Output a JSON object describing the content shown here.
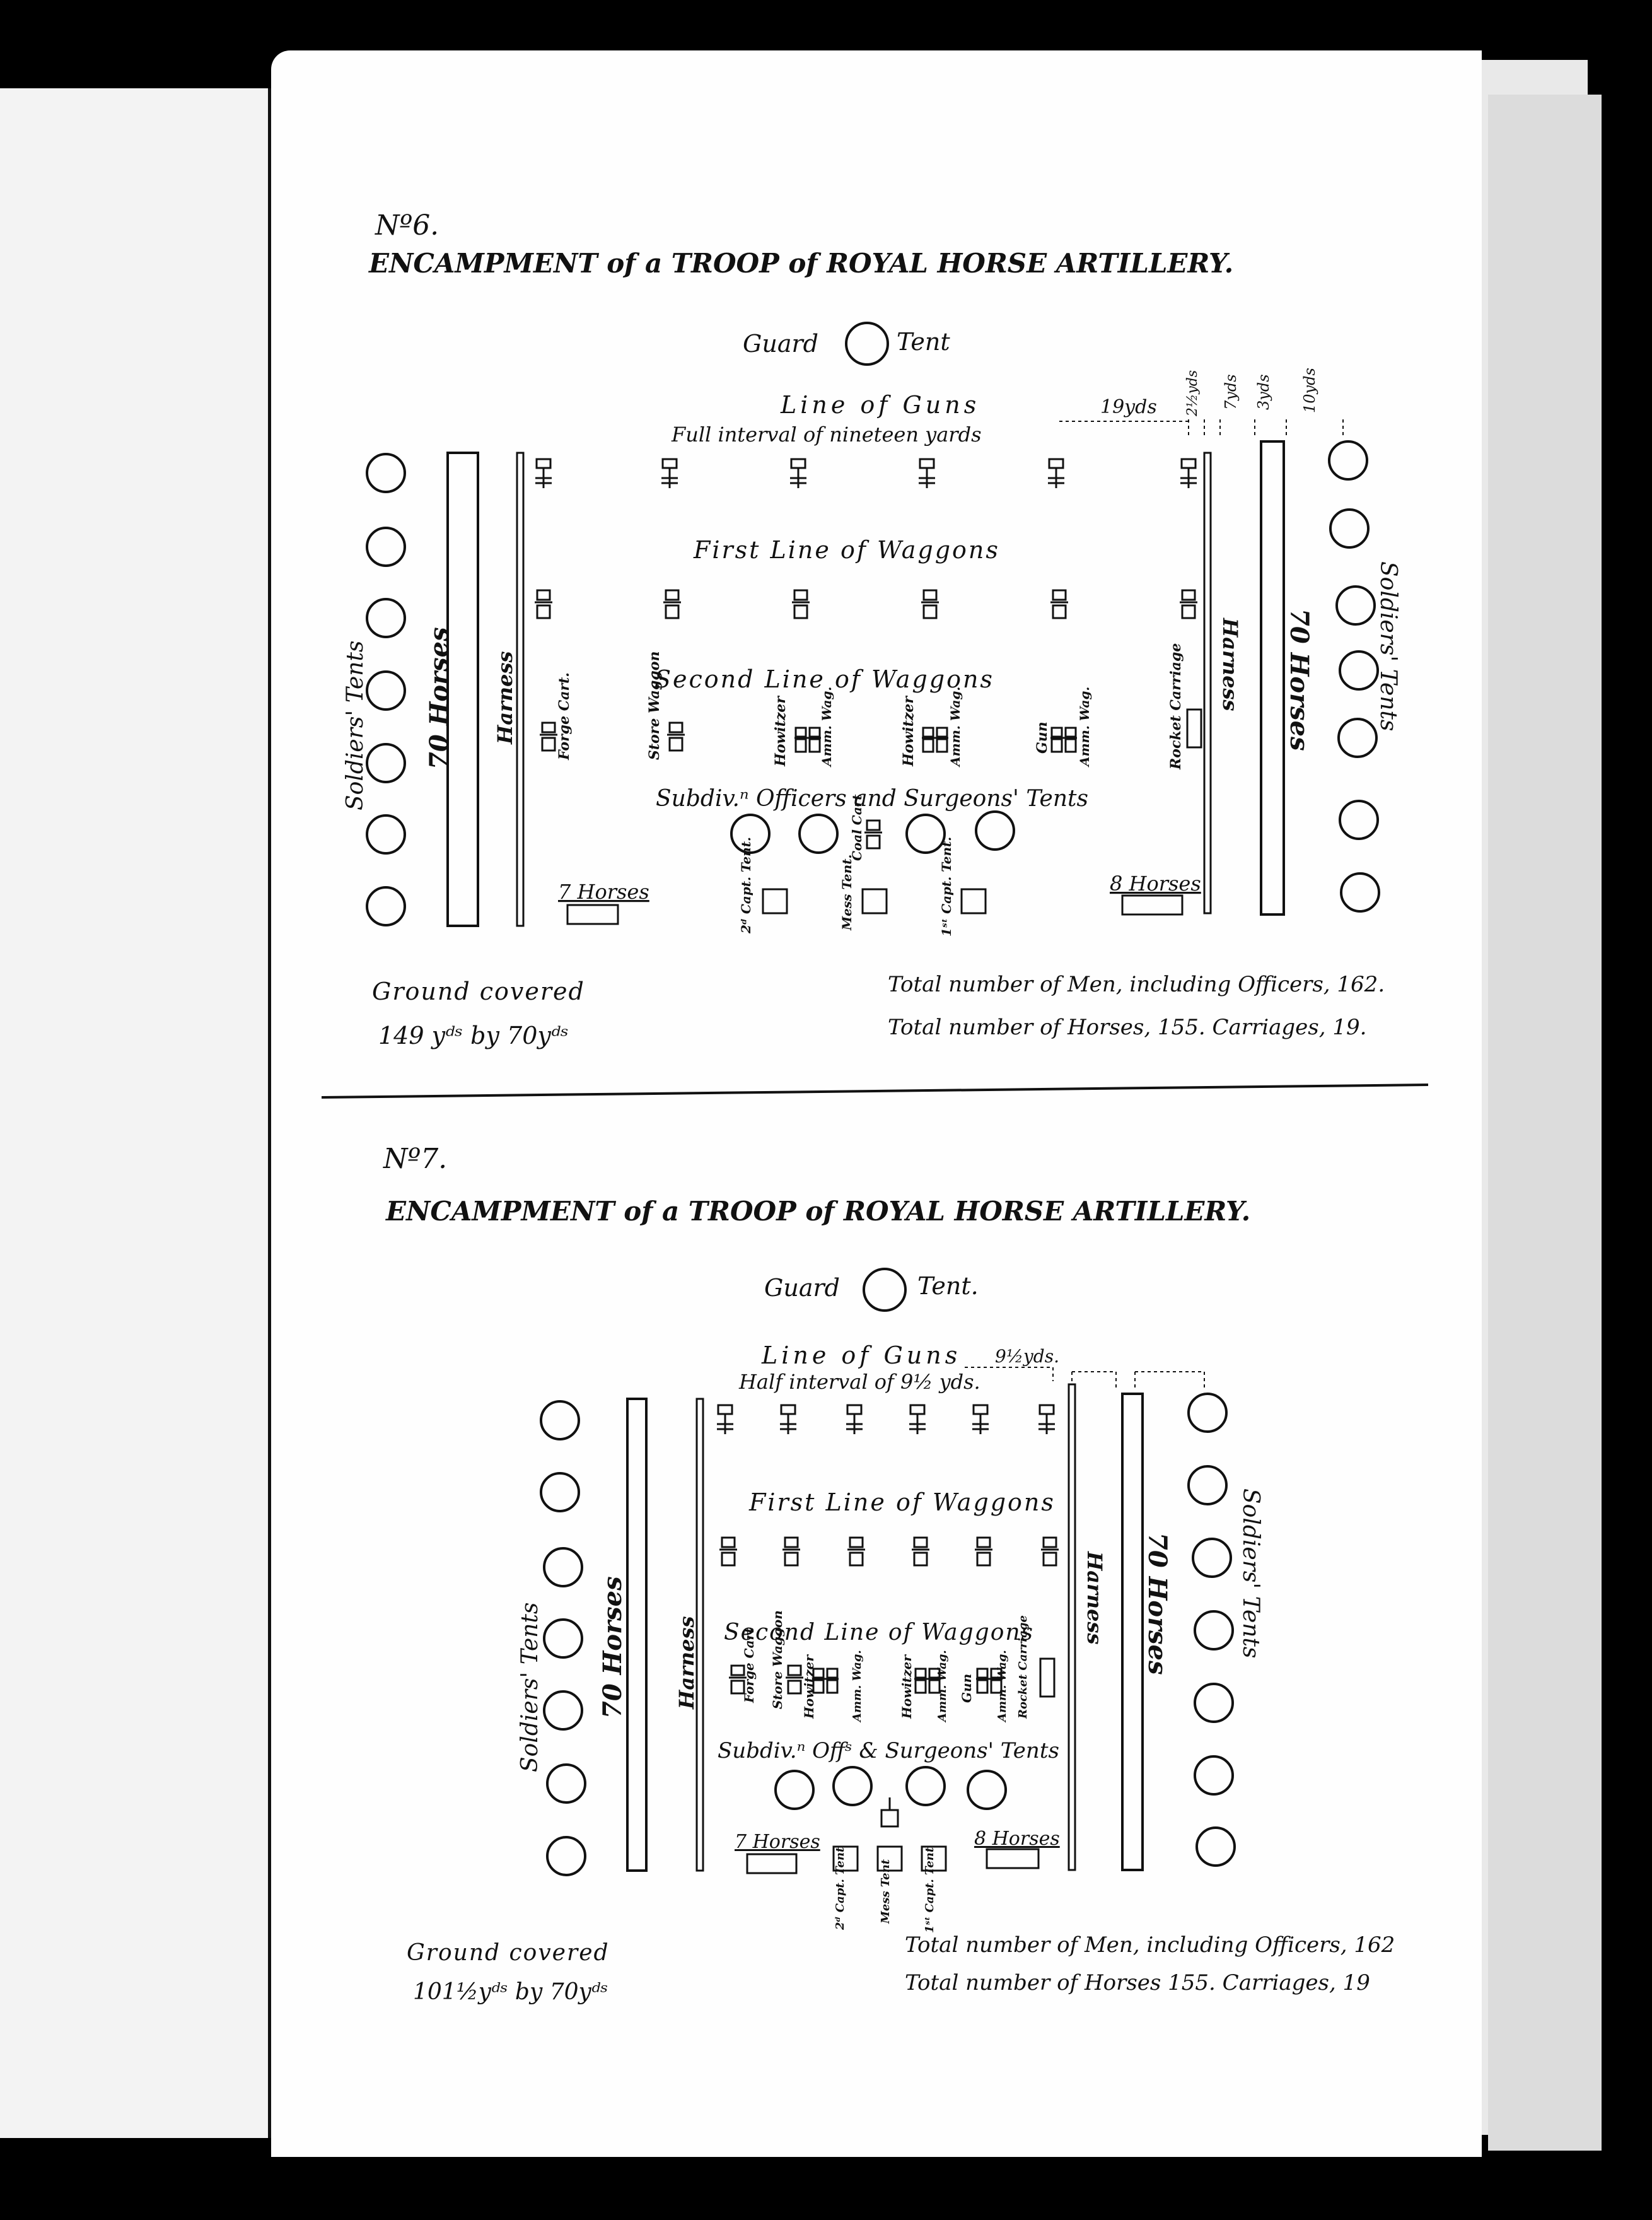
{
  "plate6": {
    "number": "Nº6.",
    "title": "ENCAMPMENT of a TROOP of ROYAL HORSE ARTILLERY.",
    "guard_left": "Guard",
    "guard_right": "Tent",
    "line_of_guns": "Line of Guns",
    "interval_note": "Full interval of nineteen yards",
    "dist_19": "19yds",
    "dist_2": "2½yds",
    "dist_7": "7yds",
    "dist_3": "3yds",
    "dist_10": "10yds",
    "first_line": "First Line of Waggons",
    "second_line": "Second Line of Waggons",
    "soldiers_tents_left": "Soldiers' Tents",
    "soldiers_tents_right": "Soldiers' Tents",
    "horses_left": "70 Horses",
    "horses_right": "70 Horses",
    "harness_left": "Harness",
    "harness_right": "Harness",
    "forge_cart": "Forge Cart.",
    "store_waggon": "Store Waggon",
    "howitzer": "Howitzer",
    "amm_wag": "Amm. Wag.",
    "gun": "Gun",
    "rocket_carriage": "Rocket Carriage",
    "officers_tents": "Subdiv.ⁿ Officers and Surgeons' Tents",
    "seven_horses": "7 Horses",
    "eight_horses": "8 Horses",
    "capt2_tent": "2ᵈ Capt. Tent.",
    "mess_tent": "Mess Tent.",
    "coal_cart": "Coal Cart",
    "capt1_tent": "1ˢᵗ Capt. Tent.",
    "ground_covered": "Ground covered",
    "dimensions": "149 yᵈˢ by 70yᵈˢ",
    "total_men": "Total number of Men, including Officers, 162.",
    "total_horses": "Total number of Horses, 155. Carriages, 19."
  },
  "plate7": {
    "number": "Nº7.",
    "title": "ENCAMPMENT of a TROOP of ROYAL HORSE ARTILLERY.",
    "guard_left": "Guard",
    "guard_right": "Tent.",
    "line_of_guns": "Line of Guns",
    "interval_note": "Half interval of 9½ yds.",
    "dist_9": "9½yds.",
    "first_line": "First Line of Waggons",
    "second_line": "Second Line of Waggons",
    "soldiers_tents_left": "Soldiers' Tents",
    "soldiers_tents_right": "Soldiers' Tents",
    "horses_left": "70 Horses",
    "horses_right": "70 Horses",
    "harness_left": "Harness",
    "harness_right": "Harness",
    "forge_cart": "Forge Cart",
    "store_waggon": "Store Waggon",
    "howitzer": "Howitzer",
    "amm_wag": "Amm. Wag.",
    "gun": "Gun",
    "rocket_carriage": "Rocket Carriage",
    "officers_tents": "Subdiv.ⁿ Offˢ & Surgeons' Tents",
    "seven_horses": "7 Horses",
    "eight_horses": "8 Horses",
    "capt2_tent": "2ᵈ Capt. Tent",
    "mess_tent": "Mess Tent",
    "capt1_tent": "1ˢᵗ Capt. Tent",
    "ground_covered": "Ground covered",
    "dimensions": "101½yᵈˢ by 70yᵈˢ",
    "total_men": "Total number of Men, including Officers, 162",
    "total_horses": "Total number of Horses 155. Carriages, 19"
  }
}
